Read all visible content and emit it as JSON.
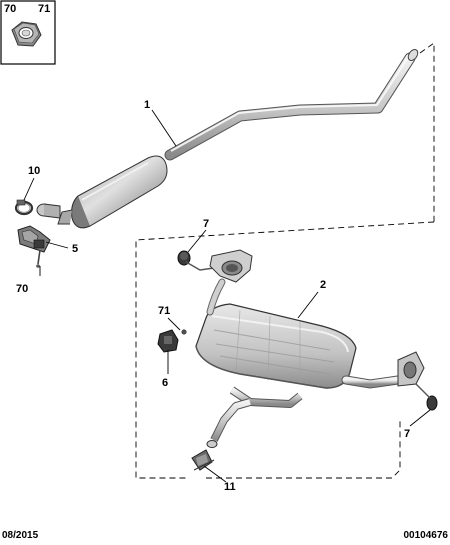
{
  "inset": {
    "left_ref": "70",
    "right_ref": "71",
    "icon": "hex-nut-icon"
  },
  "callouts": {
    "c1": "1",
    "c2": "2",
    "c5": "5",
    "c6": "6",
    "c7a": "7",
    "c7b": "7",
    "c10": "10",
    "c11": "11",
    "c70": "70",
    "c71": "71"
  },
  "footer": {
    "date": "08/2015",
    "ref": "00104676"
  },
  "colors": {
    "metal_light": "#e4e4e4",
    "metal_mid": "#b8b8b8",
    "metal_dark": "#6e6e6e",
    "rubber": "#3a3a3a"
  }
}
